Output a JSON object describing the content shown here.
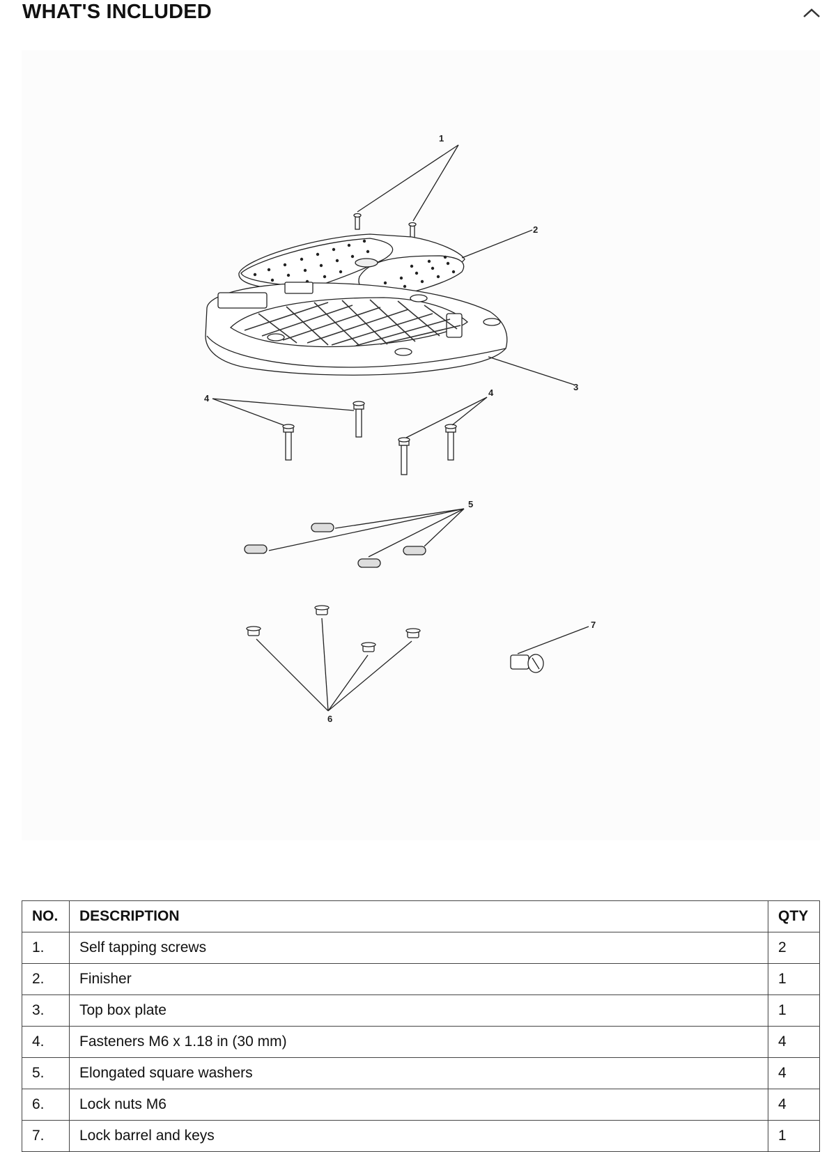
{
  "section": {
    "title": "WHAT'S INCLUDED",
    "toggle_icon": "chevron-up-icon"
  },
  "diagram": {
    "callouts": [
      "1",
      "2",
      "3",
      "4",
      "4",
      "5",
      "6",
      "7"
    ]
  },
  "table": {
    "headers": {
      "no": "NO.",
      "description": "DESCRIPTION",
      "qty": "QTY"
    },
    "rows": [
      {
        "no": "1.",
        "description": "Self tapping screws",
        "qty": "2"
      },
      {
        "no": "2.",
        "description": "Finisher",
        "qty": "1"
      },
      {
        "no": "3.",
        "description": "Top box plate",
        "qty": "1"
      },
      {
        "no": "4.",
        "description": "Fasteners M6 x 1.18 in (30 mm)",
        "qty": "4"
      },
      {
        "no": "5.",
        "description": "Elongated square washers",
        "qty": "4"
      },
      {
        "no": "6.",
        "description": "Lock nuts M6",
        "qty": "4"
      },
      {
        "no": "7.",
        "description": "Lock barrel and keys",
        "qty": "1"
      }
    ]
  }
}
